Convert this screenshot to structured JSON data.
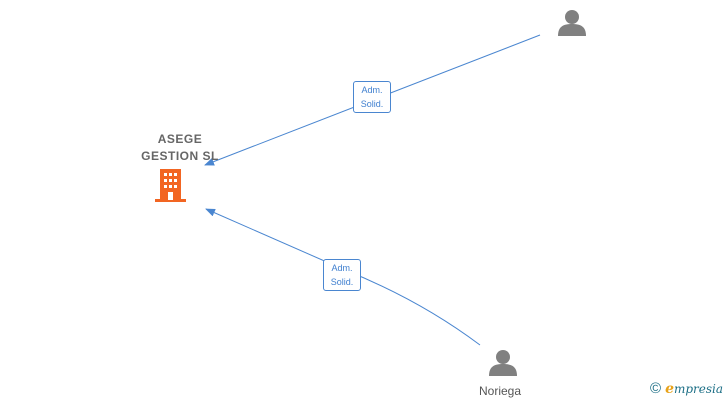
{
  "company": {
    "name_line1": "ASEGE",
    "name_line2": "GESTION SL",
    "icon": "building-icon",
    "icon_color": "#f26522"
  },
  "relations": [
    {
      "role_line1": "Adm.",
      "role_line2": "Solid."
    },
    {
      "role_line1": "Adm.",
      "role_line2": "Solid."
    }
  ],
  "persons": [
    {
      "name": "",
      "icon": "person-icon"
    },
    {
      "name": "Noriega",
      "icon": "person-icon"
    }
  ],
  "colors": {
    "edge": "#4a86d0",
    "person_icon": "#808080",
    "brand": "#1d6f86"
  },
  "watermark": {
    "symbol": "©",
    "brand_initial": "e",
    "brand_rest": "mpresia"
  }
}
